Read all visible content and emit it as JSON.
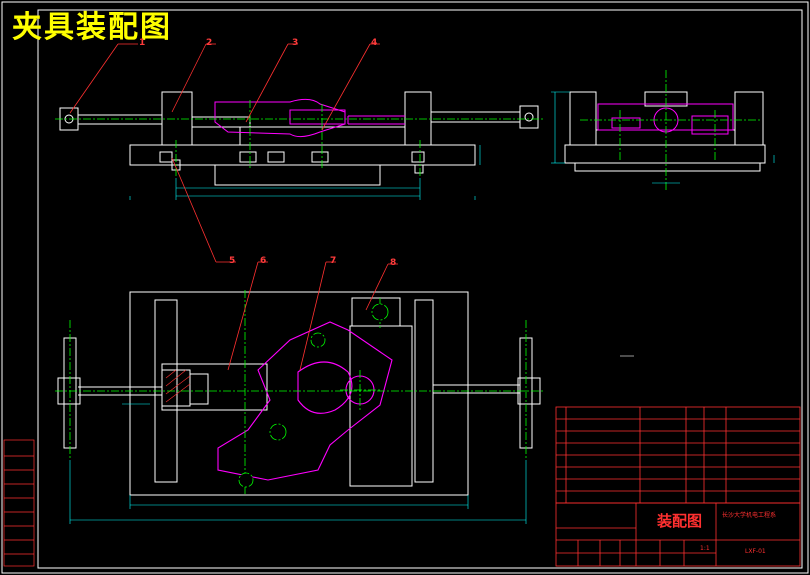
{
  "drawing_title": "夹具装配图",
  "balloons": [
    "1",
    "2",
    "3",
    "4",
    "5",
    "6",
    "7",
    "8"
  ],
  "title_block": {
    "title": "装配图",
    "school": "长沙大学机电工程系",
    "scale": "1:1",
    "drawing_no": "LXF-01"
  },
  "colors": {
    "background": "#000000",
    "frame": "#ffffff",
    "part_outline": "#ffffff",
    "highlight_part": "#ff00ff",
    "centerline": "#00ff00",
    "dimension": "#00ffff",
    "leader": "#ff3030",
    "title_text": "#ffff00"
  }
}
